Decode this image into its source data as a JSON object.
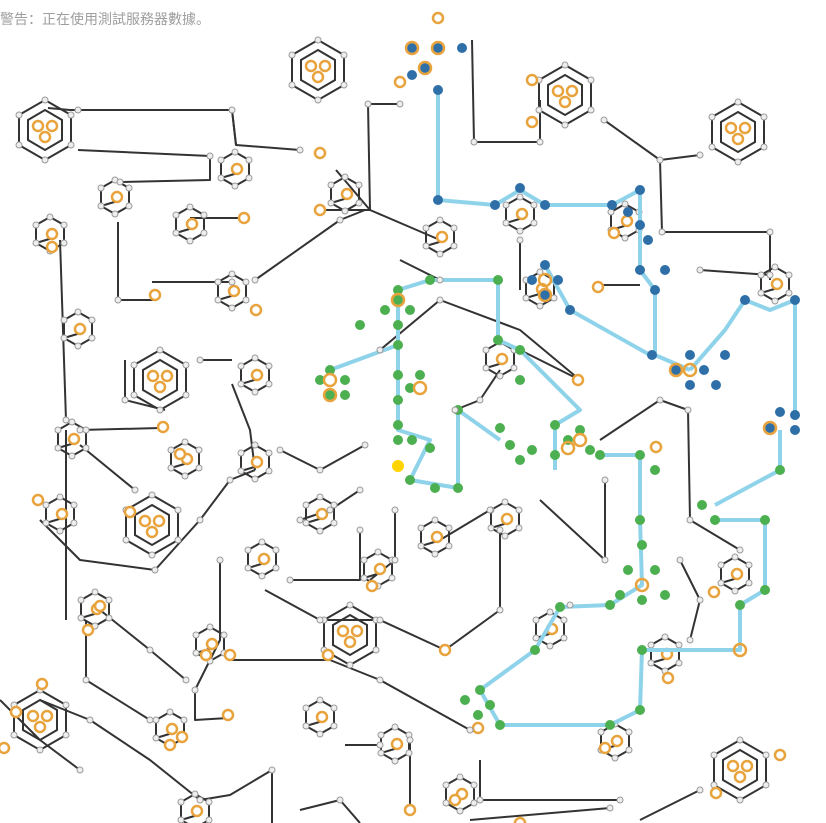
{
  "warning_text": "警告：正在使用測試服務器數據。",
  "colors": {
    "background": "#ffffff",
    "warning_text": "#9e9e9e",
    "link": "#333333",
    "node_fill": "#eeeeee",
    "node_stroke": "#999999",
    "resource": "#e8a33d",
    "team_blue": "#2f6fa8",
    "team_green": "#4caf50",
    "team_highlight": "#8fd3ea",
    "cursor": "#ffd400"
  },
  "icons": {
    "plain_node": "small-grey-circle",
    "resource_node": "orange-ring",
    "blue_node": "blue-dot",
    "green_node": "green-dot",
    "player_marker": "yellow-dot"
  }
}
